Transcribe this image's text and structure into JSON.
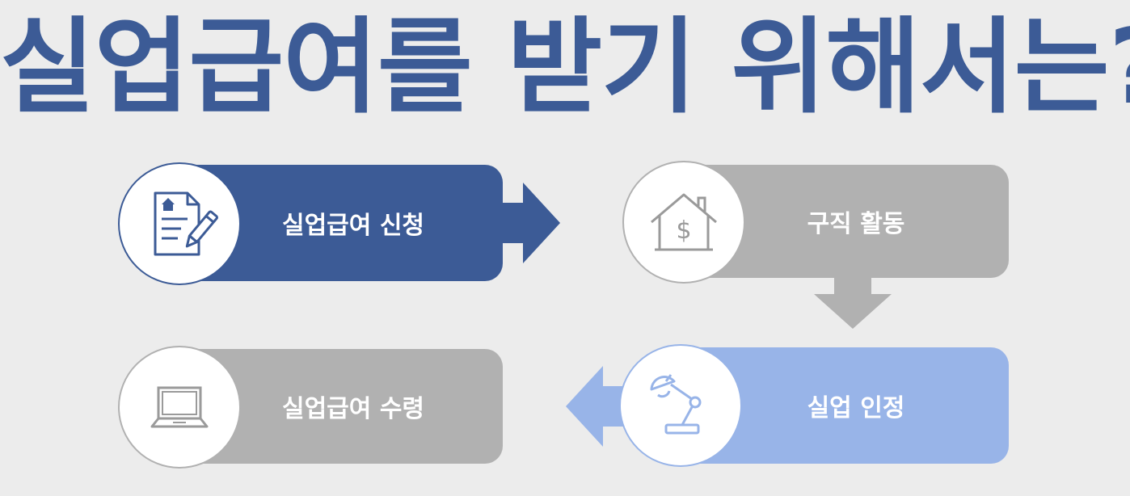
{
  "title": "실업급여를 받기 위해서는?",
  "steps": [
    {
      "label": "실업급여 신청",
      "icon": "document-pen-icon",
      "color": "#3c5b96"
    },
    {
      "label": "구직 활동",
      "icon": "house-dollar-icon",
      "color": "#b1b1b1"
    },
    {
      "label": "실업 인정",
      "icon": "desk-lamp-icon",
      "color": "#98b4e8"
    },
    {
      "label": "실업급여 수령",
      "icon": "laptop-icon",
      "color": "#b1b1b1"
    }
  ],
  "colors": {
    "background": "#ececec",
    "primary": "#3c5b96",
    "gray": "#b1b1b1",
    "light_blue": "#98b4e8",
    "icon_gray": "#9a9a9a"
  }
}
